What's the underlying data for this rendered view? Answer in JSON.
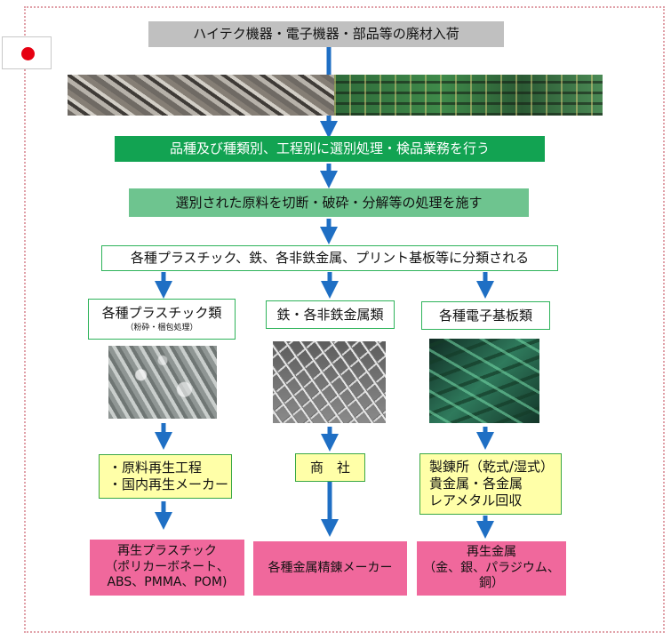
{
  "flow": {
    "top": "ハイテク機器・電子機器・部品等の廃材入荷",
    "step1": "品種及び種類別、工程別に選別処理・検品業務を行う",
    "step2": "選別された原料を切断・破砕・分解等の処理を施す",
    "step3": "各種プラスチック、鉄、各非鉄金属、プリント基板等に分類される"
  },
  "columns": {
    "plastic": {
      "title": "各種プラスチック類",
      "subtitle": "（粉砕・梱包処理）",
      "process_lines": [
        "・原料再生工程",
        "・国内再生メーカー"
      ],
      "result_lines": [
        "再生プラスチック",
        "（ポリカーボネート、",
        "ABS、PMMA、POM)"
      ]
    },
    "metal": {
      "title": "鉄・各非鉄金属類",
      "process": "商　社",
      "result": "各種金属精錬メーカー"
    },
    "board": {
      "title": "各種電子基板類",
      "process_lines": [
        "製錬所（乾式/湿式）",
        "貴金属・各金属",
        "レアメタル回収"
      ],
      "result_lines": [
        "再生金属",
        "（金、銀、パラジウム、銅）"
      ]
    }
  },
  "colors": {
    "arrow": "#1f6fc4",
    "green": "#12a352",
    "light_green": "#6ec48f",
    "pink": "#f0689c",
    "yellow": "#ffffa8",
    "gray": "#c0c0c0",
    "flag_red": "#e60012"
  }
}
